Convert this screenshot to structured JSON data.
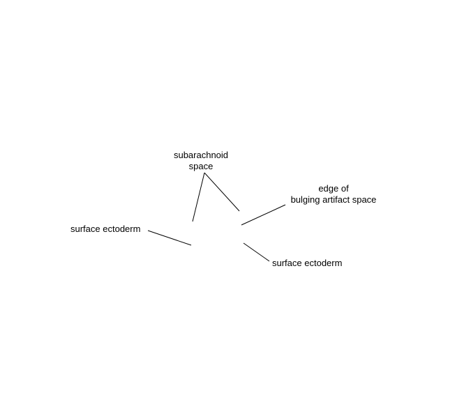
{
  "labels": {
    "subarachnoid_space": {
      "line1": "subarachnoid",
      "line2": "space"
    },
    "edge_bulging": {
      "line1": "edge of",
      "line2": "bulging artifact space"
    },
    "surface_ectoderm_left": "surface ectoderm",
    "surface_ectoderm_right": "surface ectoderm"
  },
  "colors": {
    "background": "#ffffff",
    "ink": "#000000"
  }
}
